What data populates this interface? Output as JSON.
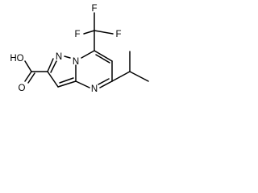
{
  "molecule": {
    "atoms": {
      "f_top": "F",
      "f_left": "F",
      "f_right": "F",
      "hydroxyl": "HO",
      "carbonyl_o": "O",
      "n_bridge": "N",
      "n_pyrazole": "N",
      "n_pyrimidine": "N"
    }
  },
  "colors": {
    "bond": "#000000",
    "text": "#000000",
    "background": "#ffffff"
  }
}
